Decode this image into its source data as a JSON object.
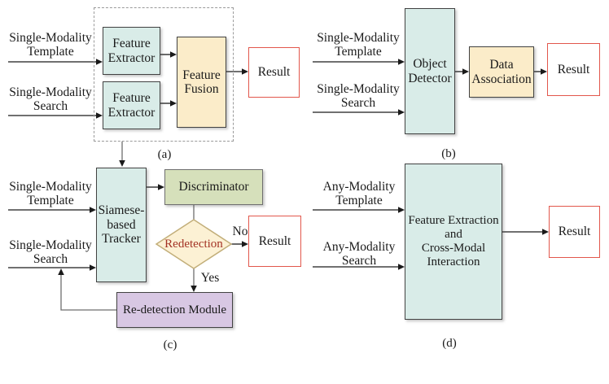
{
  "figure_title": "single-object-tracking-paradigms",
  "colors": {
    "teal_fill": "#d9ece8",
    "yellow_fill": "#fbecc9",
    "green_fill": "#d6e0bb",
    "purple_fill": "#d8c7e3",
    "diamond_fill": "#fcf1d4",
    "diamond_border": "#c2ae79",
    "result_border": "#e2574c",
    "redetection_text": "#a33224",
    "dashed_border": "#9a9a9a",
    "line_black": "#1a1a1a",
    "line_gray": "#6e6e6e"
  },
  "panels": {
    "a": {
      "caption": "(a)",
      "input_template": "Single-Modality\nTemplate",
      "input_search": "Single-Modality\nSearch",
      "feature_extractor_top": "Feature\nExtractor",
      "feature_extractor_bottom": "Feature\nExtractor",
      "feature_fusion": "Feature\nFusion",
      "result": "Result"
    },
    "b": {
      "caption": "(b)",
      "input_template": "Single-Modality\nTemplate",
      "input_search": "Single-Modality\nSearch",
      "object_detector": "Object\nDetector",
      "data_association": "Data\nAssociation",
      "result": "Result"
    },
    "c": {
      "caption": "(c)",
      "input_template": "Single-Modality\nTemplate",
      "input_search": "Single-Modality\nSearch",
      "siamese_tracker": "Siamese-\nbased\nTracker",
      "discriminator": "Discriminator",
      "redetection_decision": "Redetection",
      "no_label": "No",
      "yes_label": "Yes",
      "redetection_module": "Re-detection Module",
      "result": "Result"
    },
    "d": {
      "caption": "(d)",
      "input_template": "Any-Modality\nTemplate",
      "input_search": "Any-Modality\nSearch",
      "feature_extraction": "Feature Extraction\nand\nCross-Modal\nInteraction",
      "result": "Result"
    }
  }
}
